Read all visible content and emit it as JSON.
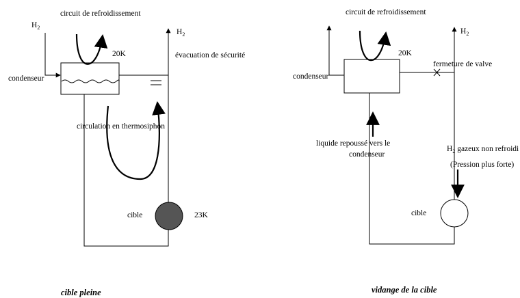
{
  "left": {
    "h2_inlet": {
      "main": "H",
      "sub": "2"
    },
    "cooling_circuit": "circuit de refroidissement",
    "h2_outlet": {
      "main": "H",
      "sub": "2"
    },
    "temperature_condenser": "20K",
    "safety_exhaust": "évacuation de sécurité",
    "condenser": "condenseur",
    "thermosiphon": "circulation en thermosiphon",
    "target": "cible",
    "temperature_target": "23K",
    "caption": "cible pleine"
  },
  "right": {
    "cooling_circuit": "circuit de refroidissement",
    "h2_outlet": {
      "main": "H",
      "sub": "2"
    },
    "temperature_condenser": "20K",
    "valve_closing": "fermeture de valve",
    "condenser": "condenseur",
    "liquid_pushed_1": "liquide  repoussé vers le",
    "liquid_pushed_2": "condenseur",
    "h2_gas": {
      "main": "H",
      "sub": "2",
      "rest": " gazeux non refroidi"
    },
    "pressure": "(Pression plus forte)",
    "target": "cible",
    "caption": "vidange de la cible"
  },
  "colors": {
    "filled_target": "#555555",
    "empty_target": "#ffffff"
  }
}
